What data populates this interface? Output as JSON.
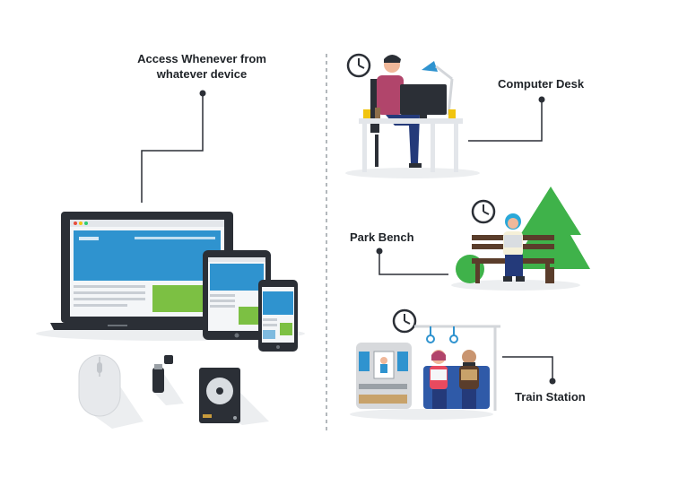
{
  "labels": {
    "access_line1": "Access Whenever from",
    "access_line2": "whatever device",
    "computer_desk": "Computer Desk",
    "park_bench": "Park Bench",
    "train_station": "Train Station"
  },
  "colors": {
    "laptop_frame": "#2b2f36",
    "screen_blue": "#2f93cf",
    "screen_green": "#7cc043",
    "tree_green": "#3fb24a",
    "bench_brown": "#5a3d2b",
    "person_shirt": "#b1456b",
    "person_pants": "#243a7a",
    "hair_teal": "#2aa8d8",
    "train_gray": "#d7d9dc",
    "divider": "#9aa0a6",
    "connector": "#2b2f36"
  },
  "icons": [
    "clock-icon",
    "mouse-icon",
    "usb-drive-icon",
    "hard-drive-icon",
    "desk-lamp-icon",
    "tree-icon",
    "bench-icon",
    "train-icon",
    "laptop-icon",
    "tablet-icon",
    "phone-icon"
  ]
}
